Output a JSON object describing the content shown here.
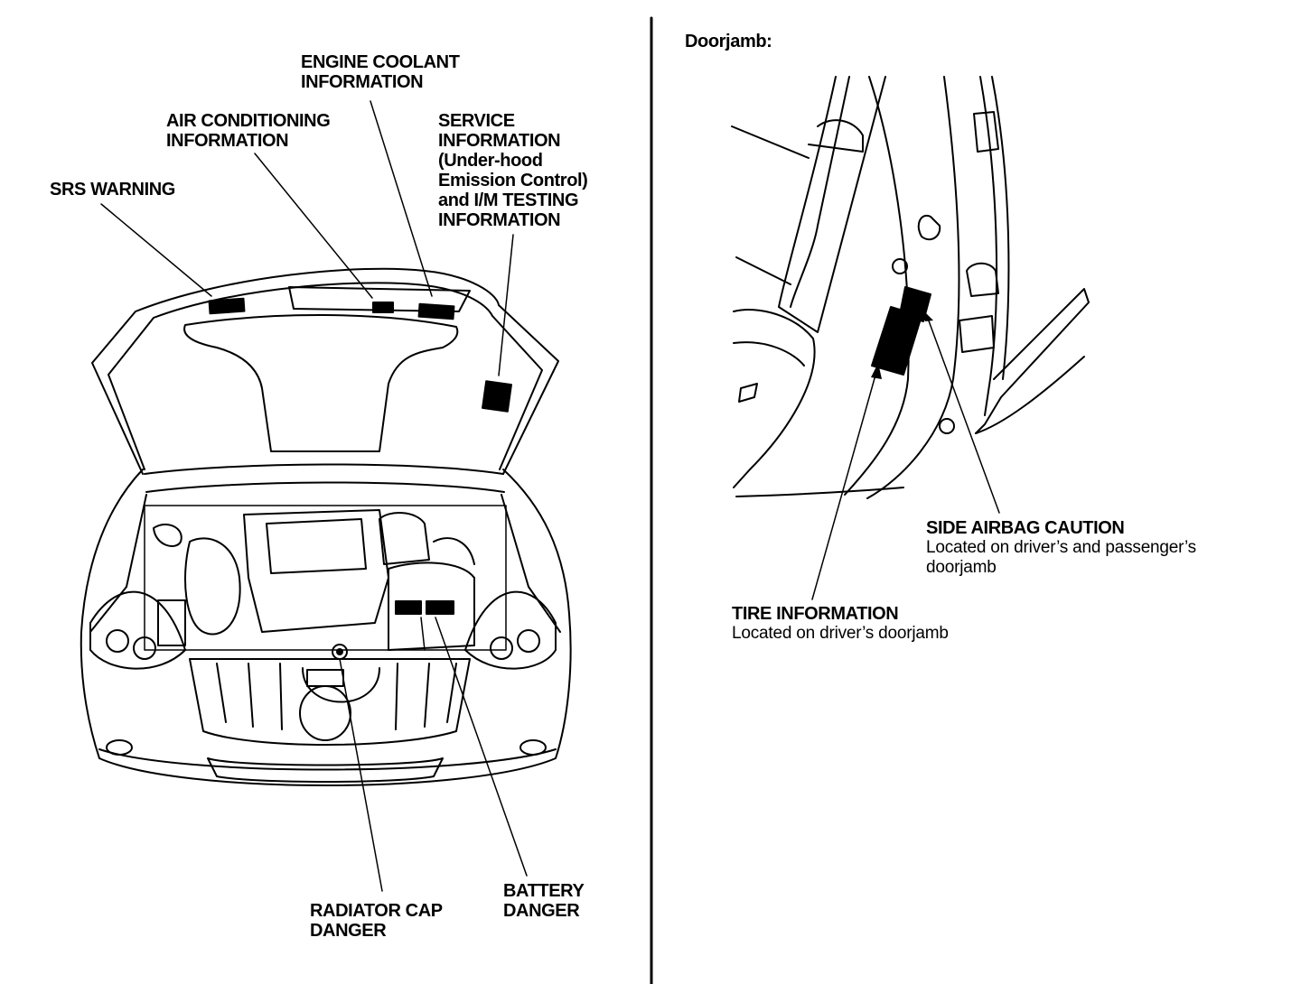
{
  "underhood": {
    "labels": {
      "engine_coolant": [
        "ENGINE COOLANT",
        "INFORMATION"
      ],
      "air_conditioning": [
        "AIR CONDITIONING",
        "INFORMATION"
      ],
      "service": [
        "SERVICE",
        "INFORMATION",
        "(Under-hood",
        "Emission Control)",
        "and I/M TESTING",
        "INFORMATION"
      ],
      "srs_warning": [
        "SRS WARNING"
      ],
      "radiator_cap": [
        "RADIATOR CAP",
        "DANGER"
      ],
      "battery": [
        "BATTERY",
        "DANGER"
      ]
    }
  },
  "doorjamb": {
    "heading": "Doorjamb:",
    "side_airbag": {
      "title": "SIDE AIRBAG CAUTION",
      "lines": [
        "Located on driver’s and passenger’s",
        "doorjamb"
      ]
    },
    "tire": {
      "title": "TIRE INFORMATION",
      "lines": [
        "Located on driver’s doorjamb"
      ]
    }
  }
}
